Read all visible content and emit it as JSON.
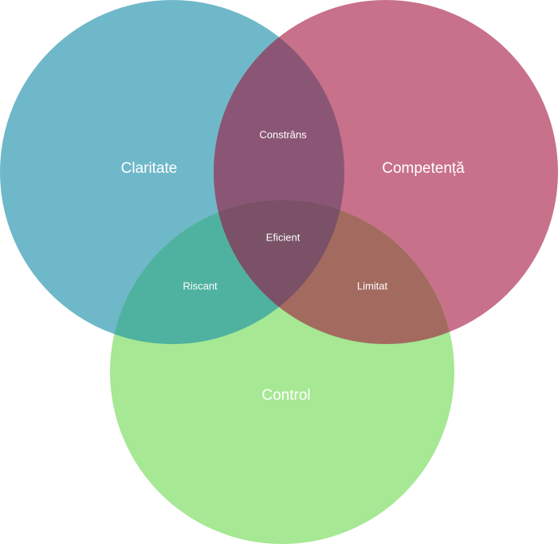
{
  "sets": [
    {
      "id": "A",
      "label": "Claritate",
      "color": "#6fb8c9"
    },
    {
      "id": "B",
      "label": "Competență",
      "color": "#c8718a"
    },
    {
      "id": "C",
      "label": "Control",
      "color": "#a6e894"
    }
  ],
  "intersections": [
    {
      "sets": [
        "A",
        "B"
      ],
      "label": "Constrâns",
      "color": "#8b5675"
    },
    {
      "sets": [
        "A",
        "C"
      ],
      "label": "Riscant",
      "color": "#4fb2a0"
    },
    {
      "sets": [
        "B",
        "C"
      ],
      "label": "Limitat",
      "color": "#a36b60"
    },
    {
      "sets": [
        "A",
        "B",
        "C"
      ],
      "label": "Eficient",
      "color": "#7a5166"
    }
  ]
}
